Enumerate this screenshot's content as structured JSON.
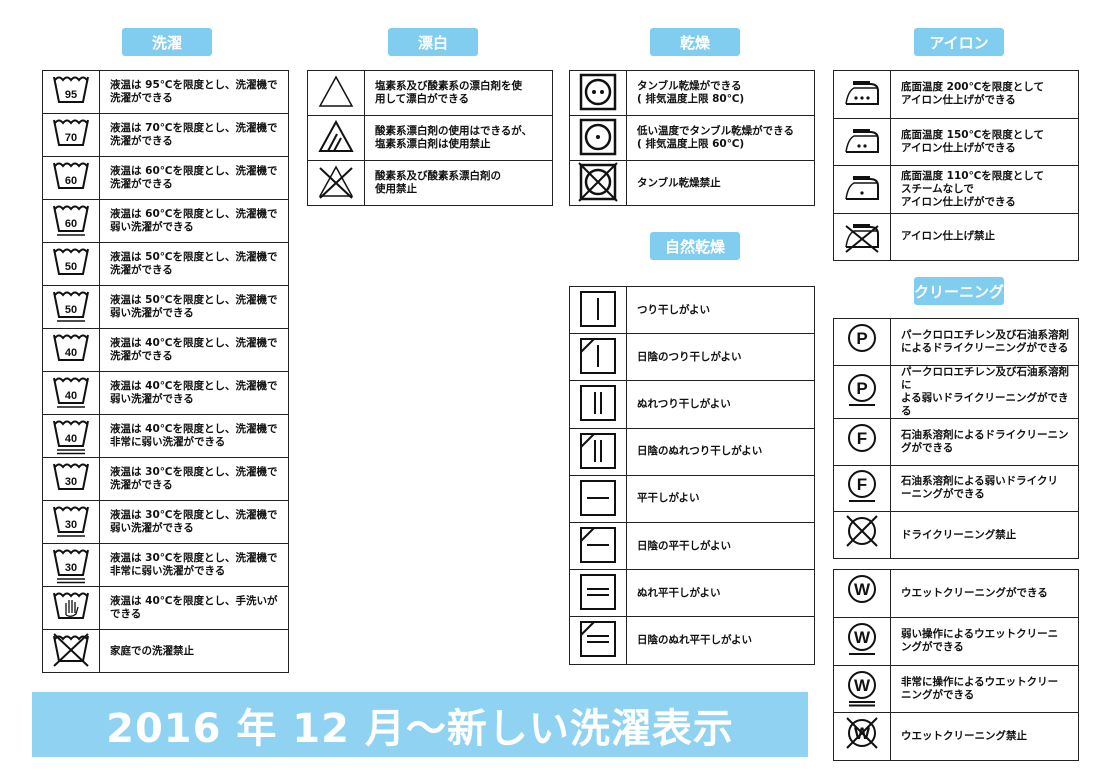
{
  "headers": {
    "wash": "洗濯",
    "bleach": "漂白",
    "dry": "乾燥",
    "natural": "自然乾燥",
    "iron": "アイロン",
    "clean": "クリーニング"
  },
  "banner": "2016 年 12 月〜新しい洗濯表示",
  "colors": {
    "accent": "#80cdf0",
    "banner": "#8fd2f1"
  },
  "wash": [
    {
      "icon": "wash-tub-icon",
      "type": "wash",
      "num": "95",
      "lines": 0,
      "text": "液温は 95℃を限度とし、洗濯機で\n洗濯ができる"
    },
    {
      "icon": "wash-tub-icon",
      "type": "wash",
      "num": "70",
      "lines": 0,
      "text": "液温は 70℃を限度とし、洗濯機で\n洗濯ができる"
    },
    {
      "icon": "wash-tub-icon",
      "type": "wash",
      "num": "60",
      "lines": 0,
      "text": "液温は 60℃を限度とし、洗濯機で\n洗濯ができる"
    },
    {
      "icon": "wash-tub-icon",
      "type": "wash",
      "num": "60",
      "lines": 1,
      "text": "液温は 60℃を限度とし、洗濯機で\n弱い洗濯ができる"
    },
    {
      "icon": "wash-tub-icon",
      "type": "wash",
      "num": "50",
      "lines": 0,
      "text": "液温は 50℃を限度とし、洗濯機で\n洗濯ができる"
    },
    {
      "icon": "wash-tub-icon",
      "type": "wash",
      "num": "50",
      "lines": 1,
      "text": "液温は 50℃を限度とし、洗濯機で\n弱い洗濯ができる"
    },
    {
      "icon": "wash-tub-icon",
      "type": "wash",
      "num": "40",
      "lines": 0,
      "text": "液温は 40℃を限度とし、洗濯機で\n洗濯ができる"
    },
    {
      "icon": "wash-tub-icon",
      "type": "wash",
      "num": "40",
      "lines": 1,
      "text": "液温は 40℃を限度とし、洗濯機で\n弱い洗濯ができる"
    },
    {
      "icon": "wash-tub-icon",
      "type": "wash",
      "num": "40",
      "lines": 2,
      "text": "液温は 40℃を限度とし、洗濯機で\n非常に弱い洗濯ができる"
    },
    {
      "icon": "wash-tub-icon",
      "type": "wash",
      "num": "30",
      "lines": 0,
      "text": "液温は 30℃を限度とし、洗濯機で\n洗濯ができる"
    },
    {
      "icon": "wash-tub-icon",
      "type": "wash",
      "num": "30",
      "lines": 1,
      "text": "液温は 30℃を限度とし、洗濯機で\n弱い洗濯ができる"
    },
    {
      "icon": "wash-tub-icon",
      "type": "wash",
      "num": "30",
      "lines": 2,
      "text": "液温は 30℃を限度とし、洗濯機で\n非常に弱い洗濯ができる"
    },
    {
      "icon": "hand-wash-icon",
      "type": "hand",
      "num": "",
      "lines": 0,
      "text": "液温は 40℃を限度とし、手洗いが\nできる"
    },
    {
      "icon": "no-wash-icon",
      "type": "washx",
      "num": "",
      "lines": 0,
      "text": "家庭での洗濯禁止"
    }
  ],
  "bleach": [
    {
      "icon": "bleach-triangle-icon",
      "type": "tri",
      "text": "塩素系及び酸素系の漂白剤を使\n用して漂白ができる"
    },
    {
      "icon": "oxygen-bleach-icon",
      "type": "trilines",
      "text": "酸素系漂白剤の使用はできるが、\n塩素系漂白剤は使用禁止"
    },
    {
      "icon": "no-bleach-icon",
      "type": "trix",
      "text": "酸素系及び酸素系漂白剤の\n使用禁止"
    }
  ],
  "dry": [
    {
      "icon": "tumble-dry-high-icon",
      "type": "tumble",
      "dots": 2,
      "text": "タンブル乾燥ができる\n( 排気温度上限 80℃)"
    },
    {
      "icon": "tumble-dry-low-icon",
      "type": "tumble",
      "dots": 1,
      "text": "低い温度でタンブル乾燥ができる\n( 排気温度上限 60℃)"
    },
    {
      "icon": "no-tumble-dry-icon",
      "type": "tumblex",
      "dots": 0,
      "text": "タンブル乾燥禁止"
    }
  ],
  "natural": [
    {
      "icon": "line-dry-icon",
      "type": "v",
      "n": 1,
      "shade": false,
      "text": "つり干しがよい"
    },
    {
      "icon": "line-dry-shade-icon",
      "type": "v",
      "n": 1,
      "shade": true,
      "text": "日陰のつり干しがよい"
    },
    {
      "icon": "drip-dry-icon",
      "type": "v",
      "n": 2,
      "shade": false,
      "text": "ぬれつり干しがよい"
    },
    {
      "icon": "drip-dry-shade-icon",
      "type": "v",
      "n": 2,
      "shade": true,
      "text": "日陰のぬれつり干しがよい"
    },
    {
      "icon": "flat-dry-icon",
      "type": "h",
      "n": 1,
      "shade": false,
      "text": "平干しがよい"
    },
    {
      "icon": "flat-dry-shade-icon",
      "type": "h",
      "n": 1,
      "shade": true,
      "text": "日陰の平干しがよい"
    },
    {
      "icon": "wet-flat-dry-icon",
      "type": "h",
      "n": 2,
      "shade": false,
      "text": "ぬれ平干しがよい"
    },
    {
      "icon": "wet-flat-dry-shade-icon",
      "type": "h",
      "n": 2,
      "shade": true,
      "text": "日陰のぬれ平干しがよい"
    }
  ],
  "iron": [
    {
      "icon": "iron-high-icon",
      "type": "iron",
      "dots": 3,
      "text": "底面温度 200℃を限度として\nアイロン仕上げができる"
    },
    {
      "icon": "iron-medium-icon",
      "type": "iron",
      "dots": 2,
      "text": "底面温度 150℃を限度として\nアイロン仕上げができる"
    },
    {
      "icon": "iron-low-icon",
      "type": "iron",
      "dots": 1,
      "text": "底面温度 110℃を限度として\nスチームなしで\nアイロン仕上げができる"
    },
    {
      "icon": "no-iron-icon",
      "type": "ironx",
      "dots": 0,
      "text": "アイロン仕上げ禁止"
    }
  ],
  "clean": [
    {
      "icon": "dry-clean-p-icon",
      "type": "circle",
      "letter": "P",
      "lines": 0,
      "text": "パークロロエチレン及び石油系溶剤\nによるドライクリーニングができる"
    },
    {
      "icon": "dry-clean-p-gentle-icon",
      "type": "circle",
      "letter": "P",
      "lines": 1,
      "text": "パークロロエチレン及び石油系溶剤に\nよる弱いドライクリーニングができる"
    },
    {
      "icon": "dry-clean-f-icon",
      "type": "circle",
      "letter": "F",
      "lines": 0,
      "text": "石油系溶剤によるドライクリーニン\nグができる"
    },
    {
      "icon": "dry-clean-f-gentle-icon",
      "type": "circle",
      "letter": "F",
      "lines": 1,
      "text": "石油系溶剤による弱いドライクリ\nーニングができる"
    },
    {
      "icon": "no-dry-clean-icon",
      "type": "circlex",
      "letter": "",
      "lines": 0,
      "text": "ドライクリーニング禁止"
    }
  ],
  "wet": [
    {
      "icon": "wet-clean-icon",
      "type": "circle",
      "letter": "W",
      "lines": 0,
      "text": "ウエットクリーニングができる"
    },
    {
      "icon": "wet-clean-gentle-icon",
      "type": "circle",
      "letter": "W",
      "lines": 1,
      "text": "弱い操作によるウエットクリーニ\nングができる"
    },
    {
      "icon": "wet-clean-very-gentle-icon",
      "type": "circle",
      "letter": "W",
      "lines": 2,
      "text": "非常に操作によるウエットクリー\nニングができる"
    },
    {
      "icon": "no-wet-clean-icon",
      "type": "circlex",
      "letter": "W",
      "lines": 0,
      "text": "ウエットクリーニング禁止"
    }
  ]
}
